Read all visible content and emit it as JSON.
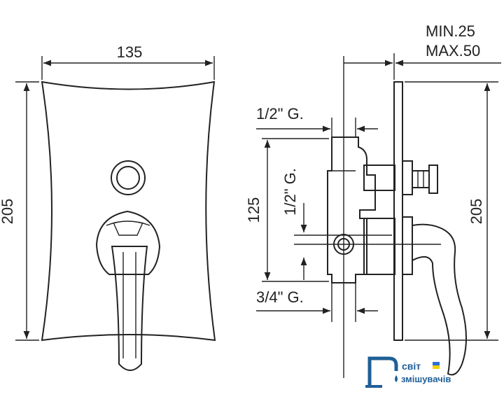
{
  "dimensions": {
    "front_width": "135",
    "front_height": "205",
    "side_height": "205",
    "inlet_spacing": "125",
    "thread_top": "1/2\" G.",
    "thread_side": "1/2\" G.",
    "thread_bottom": "3/4\" G.",
    "depth_min": "MIN.25",
    "depth_max": "MAX.50"
  },
  "logo": {
    "line1": "світ",
    "line2": "змішувачів",
    "color": "#1f5f96",
    "flag_colors": [
      "#2a6fd6",
      "#f5d000"
    ]
  }
}
